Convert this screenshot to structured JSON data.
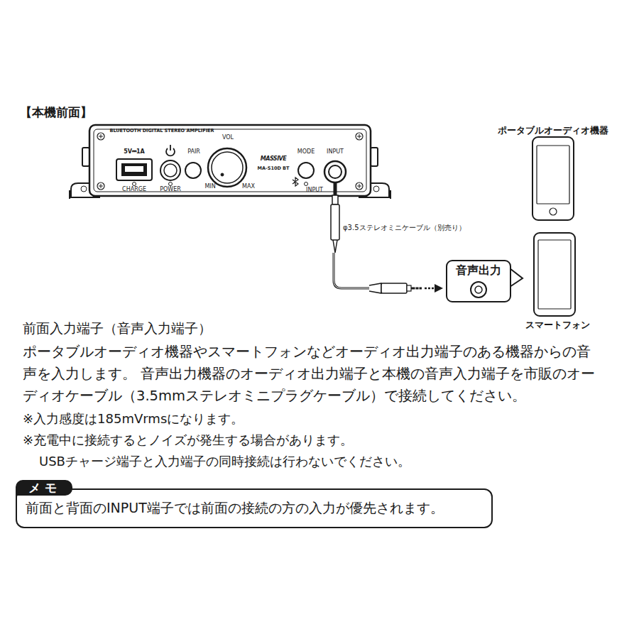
{
  "diagram": {
    "title": "【本機前面】",
    "nodes": [
      {
        "text": [
          "音声出力"
        ]
      },
      {
        "text": [
          "メ モ",
          "前面と背面のINPUT端子では前面の接続の方の入力が優先されます。"
        ]
      }
    ],
    "labels": [
      "BLUETOOTH DIGITAL STEREO AMPLIFIER",
      "5V⎓1A",
      "CHARGE",
      "POWER",
      "PAIR",
      "VOL",
      "MIN",
      "MAX",
      "MASSIVE",
      "MA-S10D BT",
      "MODE",
      "INPUT",
      "INPUT",
      "ポータブルオーディオ機器",
      "φ3.5ステレオミニケーブル（別売り）",
      "スマートフォン",
      "前面入力端子（音声入力端子）",
      "ポータブルオーディオ機器やスマートフォンなどオーディオ出力端子のある機器からの音声を入力します。 音声出力機器のオーディオ出力端子と本機の音声入力端子を市販のオーディオケーブル（3.5mmステレオミニプラグケーブル）で接続してください。",
      "※入力感度は185mVrmsになります。",
      "※充電中に接続するとノイズが発生する場合があります。",
      "USBチャージ端子と入力端子の同時接続は行わないでください。"
    ]
  }
}
